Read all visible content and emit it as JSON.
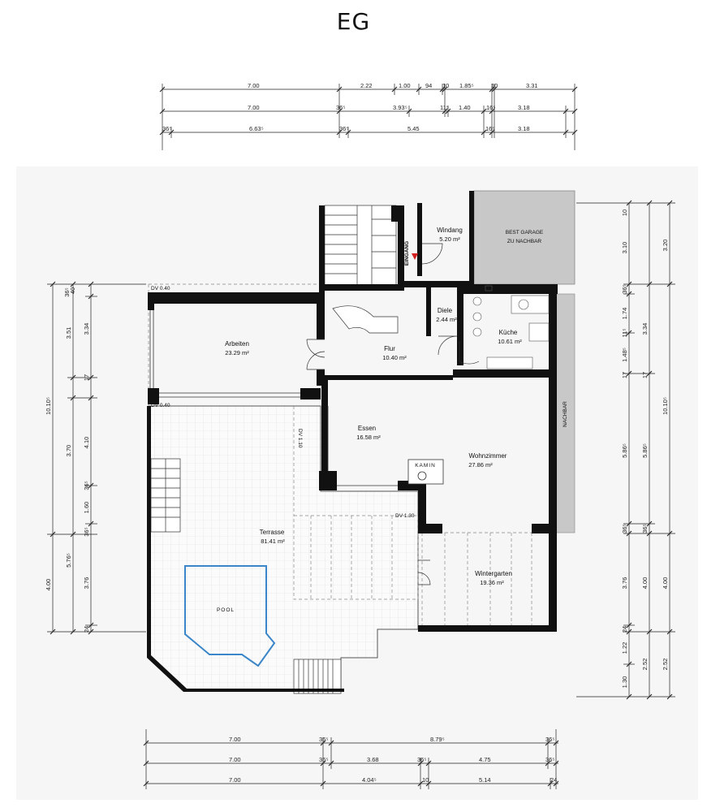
{
  "title": "EG",
  "rooms": {
    "windang": {
      "name": "Windang",
      "area": "5.20 m²"
    },
    "diele": {
      "name": "Diele",
      "area": "2.44 m²"
    },
    "kueche": {
      "name": "Küche",
      "area": "10.61 m²"
    },
    "arbeiten": {
      "name": "Arbeiten",
      "area": "23.29 m²"
    },
    "flur": {
      "name": "Flur",
      "area": "10.40 m²"
    },
    "essen": {
      "name": "Essen",
      "area": "16.58 m²"
    },
    "wohnzimmer": {
      "name": "Wohnzimmer",
      "area": "27.86 m²"
    },
    "terrasse": {
      "name": "Terrasse",
      "area": "81.41 m²"
    },
    "wintergarten": {
      "name": "Wintergarten",
      "area": "19.36 m²"
    }
  },
  "labels": {
    "eingang": "EINGANG",
    "garage_line1": "BEST GARAGE",
    "garage_line2": "ZU NACHBAR",
    "nachbar": "NACHBAR",
    "kamin": "KAMIN",
    "pool": "POOL",
    "dv_top": "DV 0.40",
    "dv_mid": "DV 0.40",
    "dv_essen": "DV 1.10",
    "dv_wintergarten": "DV 1.30"
  },
  "dimensions": {
    "top_row1": [
      "7.00",
      "2.22",
      "1.00",
      "94",
      "10",
      "1.85⁵",
      "10",
      "3.31"
    ],
    "top_row2": [
      "7.00",
      "36⁵",
      "3.93⁵",
      "11⁵",
      "1.40",
      "16⁵",
      "3.18"
    ],
    "top_row3": [
      "36⁵",
      "6.63⁵",
      "36⁵",
      "5.45",
      "16⁵",
      "3.18"
    ],
    "bottom_row1": [
      "7.00",
      "36⁵",
      "8.79⁵",
      "36⁵"
    ],
    "bottom_row2": [
      "7.00",
      "36⁵",
      "3.68",
      "36⁵",
      "4.75",
      "36⁵"
    ],
    "bottom_row3": [
      "7.00",
      "4.04⁵",
      "10",
      "5.14",
      "24"
    ],
    "left_outer": [
      "10.10⁵",
      "4.00"
    ],
    "left_mid": [
      "3.51",
      "3.70",
      "5.76⁵"
    ],
    "left_inner": [
      "36⁵",
      "40",
      "3.34",
      "17",
      "4.10",
      "36⁵",
      "1.60",
      "36⁵",
      "3.76",
      "24"
    ],
    "right_inner": [
      "10",
      "3.10",
      "36⁵",
      "1.74",
      "11⁵",
      "1.48⁵",
      "17",
      "5.86⁵",
      "36⁵",
      "3.76",
      "24",
      "1.22",
      "1.30"
    ],
    "right_mid": [
      "3.34",
      "17",
      "5.86⁵",
      "36⁵",
      "4.00",
      "2.52"
    ],
    "right_outer": [
      "3.20",
      "10.10⁵",
      "4.00",
      "2.52"
    ]
  }
}
